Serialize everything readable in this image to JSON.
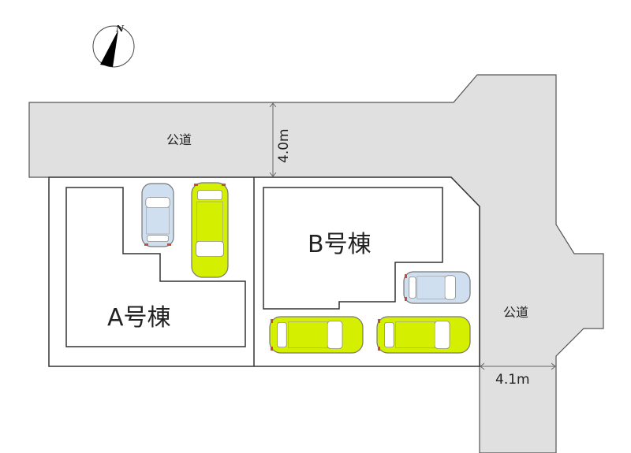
{
  "compass": {
    "letter": "N"
  },
  "roads": [
    {
      "label": "公道",
      "width_label": "4.0m"
    },
    {
      "label": "公道",
      "width_label": "4.1m"
    }
  ],
  "buildings": [
    {
      "label": "A号棟"
    },
    {
      "label": "B号棟"
    }
  ],
  "colors": {
    "road": "#e0e0e0",
    "car_yellow": "#d4f000",
    "car_blue": "#cfdff0",
    "line": "#333333"
  }
}
